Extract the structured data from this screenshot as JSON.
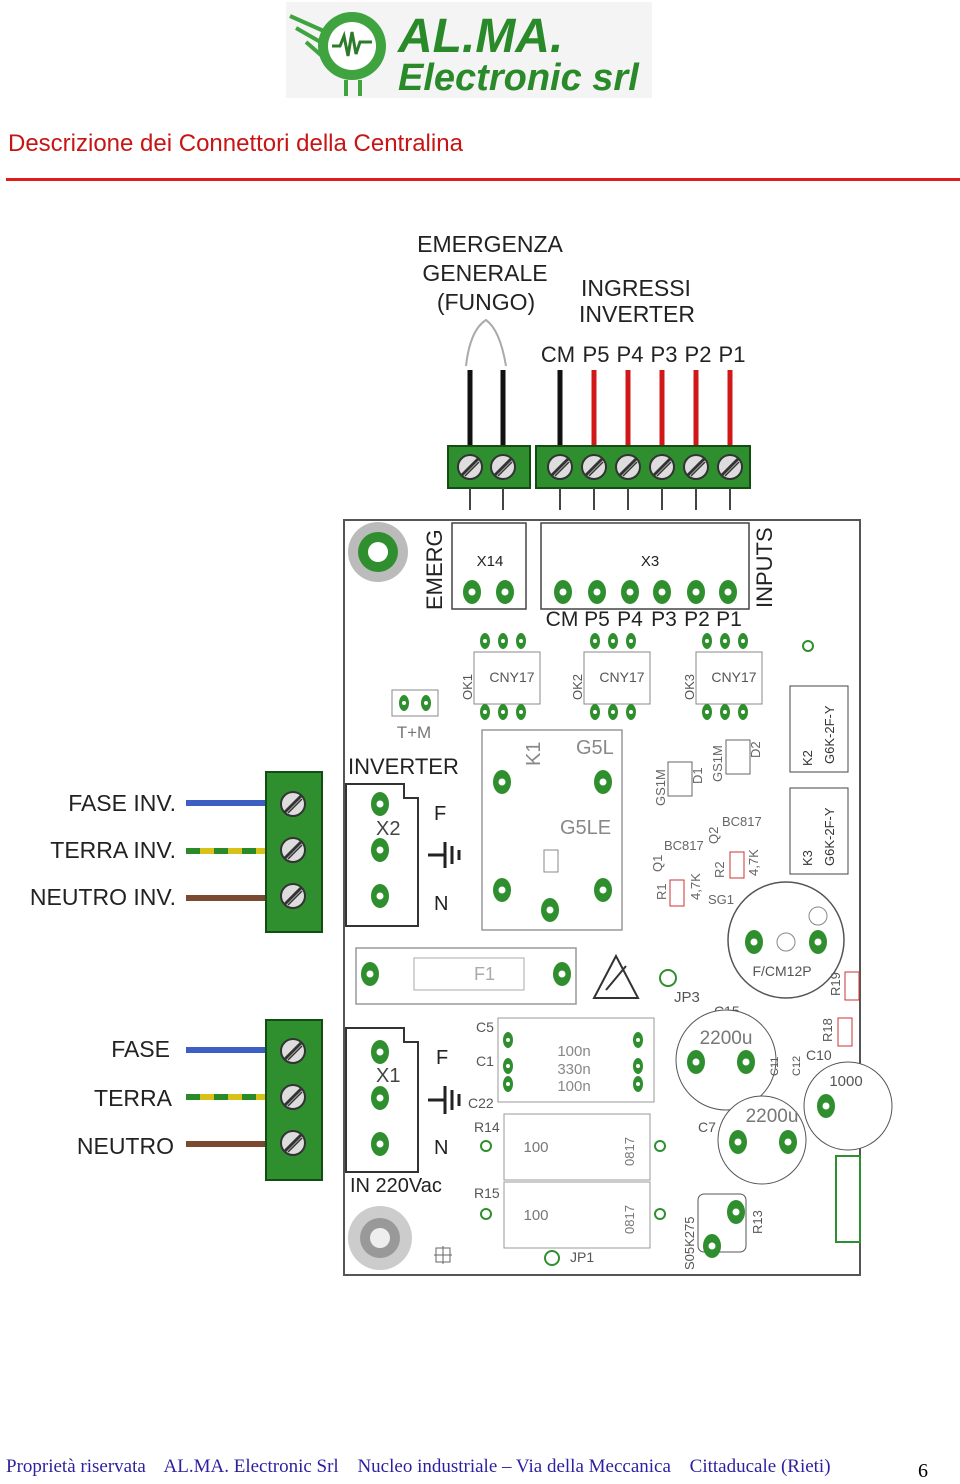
{
  "logo": {
    "line1": "AL.MA.",
    "line2": "Electronic srl"
  },
  "title": "Descrizione dei Connettori della Centralina",
  "labels": {
    "emergenza": [
      "EMERGENZA",
      "GENERALE",
      "(FUNGO)"
    ],
    "ingressi": [
      "INGRESSI",
      "INVERTER"
    ],
    "input_pins": [
      "CM",
      "P5",
      "P4",
      "P3",
      "P2",
      "P1"
    ],
    "emerg": "EMERG",
    "inputs": "INPUTS",
    "x14": "X14",
    "x3": "X3",
    "inverter": "INVERTER",
    "tm": "T+M",
    "fase_inv": "FASE INV.",
    "terra_inv": "TERRA INV.",
    "neutro_inv": "NEUTRO INV.",
    "fase": "FASE",
    "terra": "TERRA",
    "neutro": "NEUTRO",
    "x2": "X2",
    "x1": "X1",
    "f": "F",
    "n": "N",
    "in220": "IN 220Vac",
    "ok": [
      "OK1",
      "OK2",
      "OK3"
    ],
    "cny": "CNY17",
    "k1": "K1",
    "g5l": "G5L",
    "g5le": "G5LE",
    "f1": "F1",
    "jp3": "JP3",
    "jp1": "JP1",
    "fcm": "F/CM12P",
    "k2": "K2",
    "k3": "K3",
    "g6k": "G6K-2F-Y",
    "gs1m": "GS1M",
    "d1": "D1",
    "d2": "D2",
    "bc817": "BC817",
    "q1": "Q1",
    "q2": "Q2",
    "r1": "R1",
    "r2": "R2",
    "r47k": "4,7K",
    "sg1": "SG1",
    "c15": "C15",
    "c5": "C5",
    "c1": "C1",
    "c22": "C22",
    "c100n": "100n",
    "c330n": "330n",
    "r14": "R14",
    "r15": "R15",
    "r100": "100",
    "r0817": "0817",
    "c2200u": "2200u",
    "c7": "C7",
    "c10": "C10",
    "c11": "C11",
    "c12": "C12",
    "c1000": "1000",
    "r18": "R18",
    "r19": "R19",
    "r13": "R13",
    "s05": "S05K275"
  },
  "footer": {
    "items": [
      "Proprietà riservata",
      "AL.MA. Electronic Srl",
      "Nucleo industriale – Via della Meccanica",
      "Cittaducale (Rieti)"
    ],
    "page": "6"
  },
  "colors": {
    "title": "#c81414",
    "rule": "#e01c1c",
    "pcb": "#ffffff",
    "pad": "#2f8f2f",
    "footer": "#2c1fa0"
  }
}
